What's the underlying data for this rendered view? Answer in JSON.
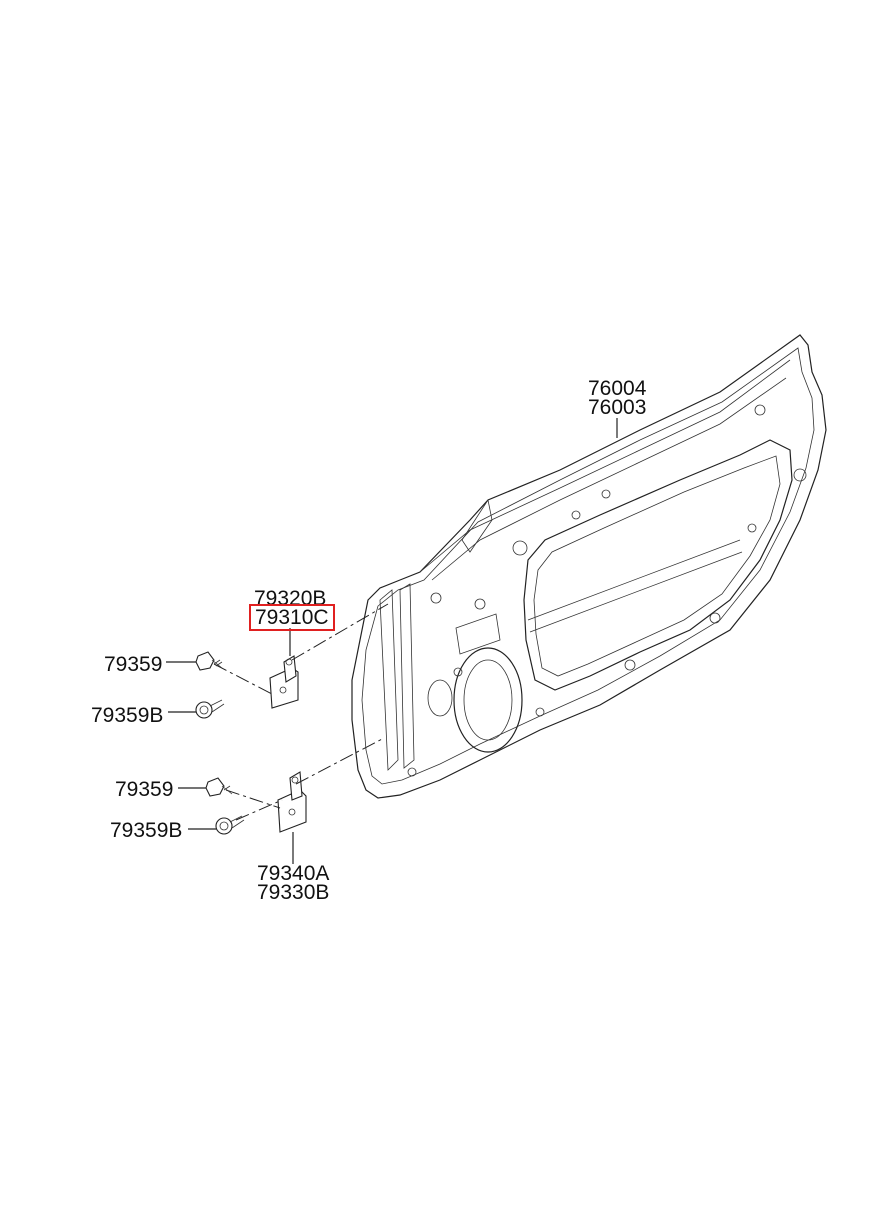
{
  "labels": {
    "door_a": "76004",
    "door_b": "76003",
    "upper_hinge_a": "79320B",
    "upper_hinge_b": "79310C",
    "bolt_1": "79359",
    "bolt_2": "79359B",
    "bolt_3": "79359",
    "bolt_4": "79359B",
    "lower_hinge_a": "79340A",
    "lower_hinge_b": "79330B"
  },
  "highlight_color": "#e02020"
}
